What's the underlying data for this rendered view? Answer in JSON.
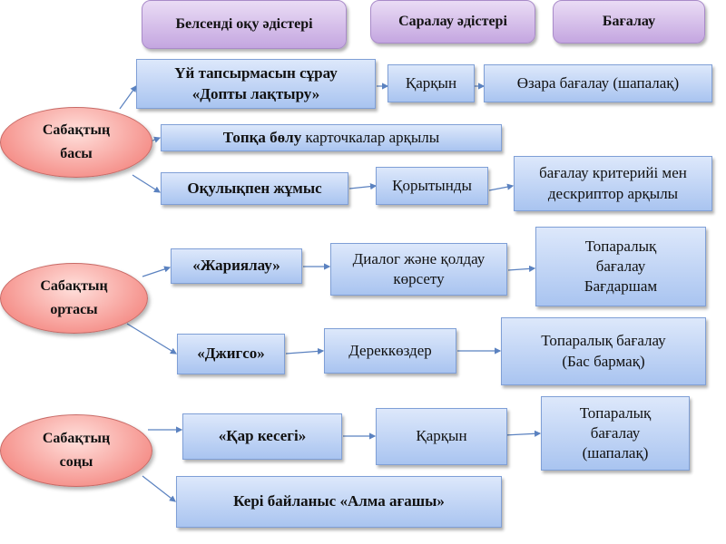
{
  "headers": [
    "Белсенді оқу әдістері",
    "Саралау әдістері",
    "Бағалау"
  ],
  "stages": [
    {
      "title_line1": "Сабақтың",
      "title_line2": "басы"
    },
    {
      "title_line1": "Сабақтың",
      "title_line2": "ортасы"
    },
    {
      "title_line1": "Сабақтың",
      "title_line2": "соңы"
    }
  ],
  "start": {
    "row1_method_line1": "Үй тапсырмасын сұрау",
    "row1_method_line2": "«Допты лақтыру»",
    "row1_diff": "Қарқын",
    "row1_assess": "Өзара бағалау (шапалақ)",
    "row2_bold": "Топқа бөлу",
    "row2_rest": " карточкалар арқылы",
    "row3_method": "Оқулықпен жұмыс",
    "row3_diff": "Қорытынды",
    "row3_assess_line1": "бағалау критерийі мен",
    "row3_assess_line2": "дескриптор арқылы"
  },
  "middle": {
    "row1_method": "«Жариялау»",
    "row1_diff_line1": "Диалог және қолдау",
    "row1_diff_line2": "көрсету",
    "row1_assess_line1": "Топаралық",
    "row1_assess_line2": "бағалау",
    "row1_assess_line3": "Бағдаршам",
    "row2_method": "«Джигсо»",
    "row2_diff": "Дереккөздер",
    "row2_assess_line1": "Топаралық бағалау",
    "row2_assess_line2": "(Бас бармақ)"
  },
  "end": {
    "row1_method": "«Қар кесегі»",
    "row1_diff": "Қарқын",
    "row1_assess_line1": "Топаралық",
    "row1_assess_line2": "бағалау",
    "row1_assess_line3": "(шапалақ)",
    "row2_method": "Кері байланыс «Алма ағашы»"
  }
}
